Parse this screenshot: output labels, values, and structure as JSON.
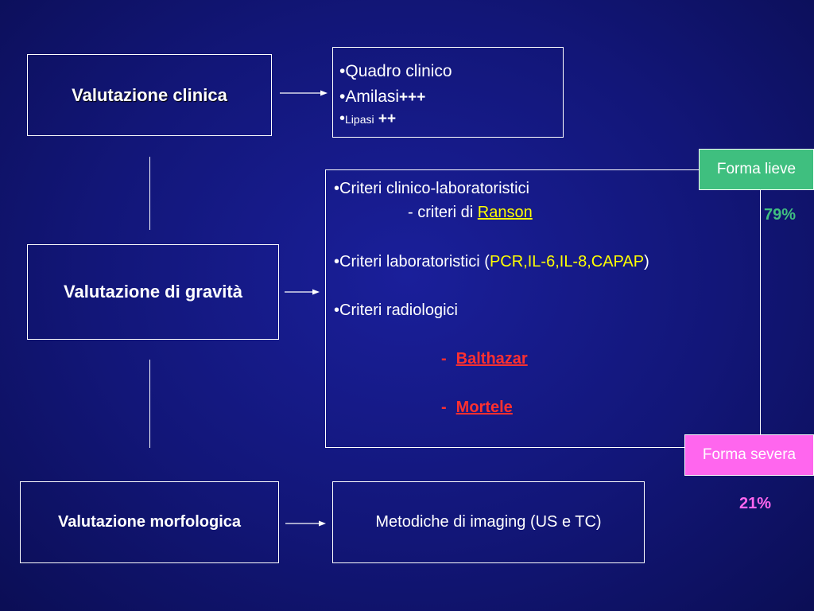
{
  "left_boxes": {
    "clinica": "Valutazione clinica",
    "gravita": "Valutazione di gravità",
    "morfologica": "Valutazione morfologica"
  },
  "clinica_details": {
    "bullet": "•",
    "item1": "Quadro clinico",
    "item2": "Amilasi",
    "item2_marks": "+++",
    "item3": "Lipasi",
    "item3_marks": " ++"
  },
  "gravita_details": {
    "bullet": "•",
    "item1": "Criteri clinico-laboratoristici",
    "item1_sub_prefix": "- criteri di ",
    "item1_sub_link": "Ranson",
    "item2_prefix": "Criteri laboratoristici (",
    "item2_highlight": "PCR,IL-6,IL-8,CAPAP",
    "item2_suffix": ")",
    "item3": "Criteri radiologici",
    "dash": "-",
    "score1": "Balthazar",
    "score2": "Mortele"
  },
  "morfologica_details": {
    "text": "Metodiche di imaging (US e TC)"
  },
  "outcomes": {
    "lieve_label": "Forma lieve",
    "lieve_pct": "79%",
    "severa_label": "Forma severa",
    "severa_pct": "21%"
  },
  "colors": {
    "background": "#121678",
    "lieve_bg": "#3fbf7f",
    "lieve_pct": "#40c080",
    "severa_bg": "#ff66ee",
    "severa_pct": "#ff66ee",
    "highlight": "#ffff00",
    "score": "#ff3030"
  }
}
